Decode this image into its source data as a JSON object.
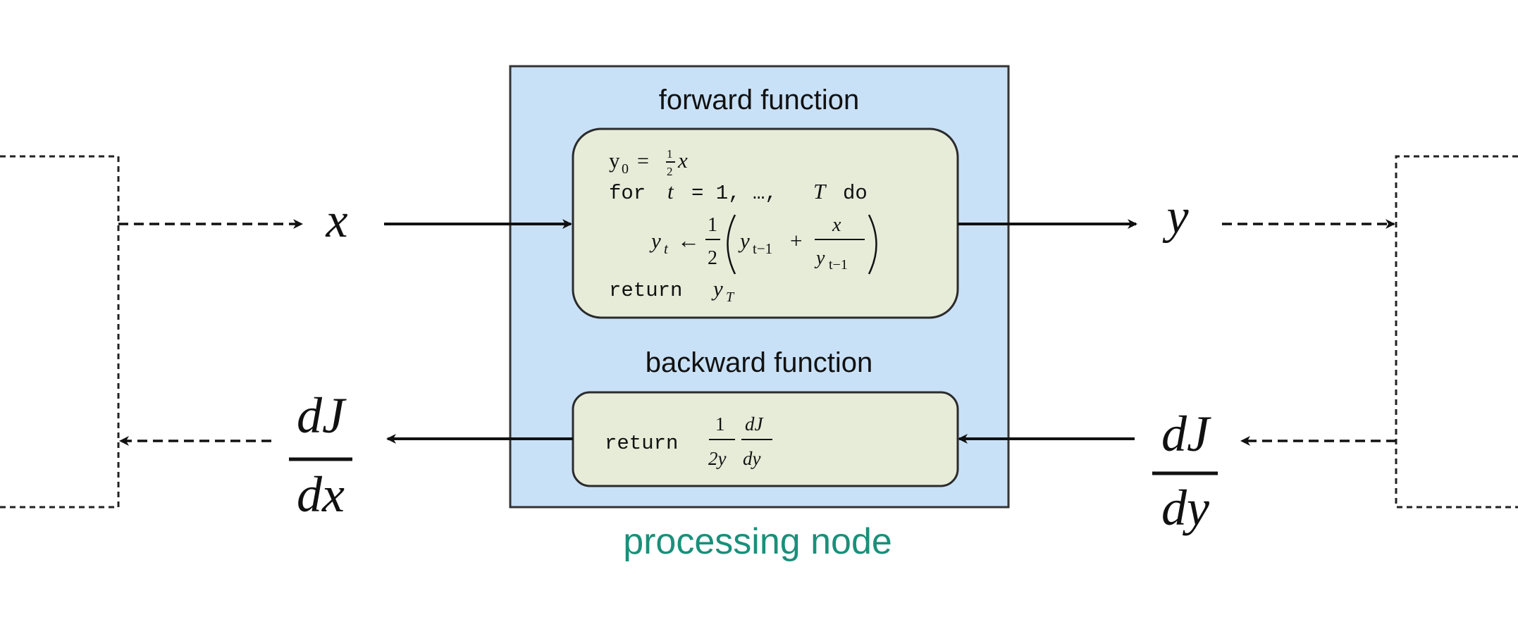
{
  "colors": {
    "node_fill": "#c9e1f7",
    "node_border": "#333333",
    "inner_fill": "#e6ecd8",
    "inner_border": "#2b2b2b",
    "caption": "#1a8f7a",
    "ink": "#111111"
  },
  "node": {
    "caption": "processing node",
    "forward_title": "forward function",
    "backward_title": "backward function"
  },
  "forward_code": {
    "line1_lhs": "y",
    "line1_sub": "0",
    "line1_eq": "=",
    "line1_num": "1",
    "line1_den": "2",
    "line1_var": "x",
    "line2_for": "for",
    "line2_var": "t",
    "line2_range": "= 1, …,",
    "line2_T": "T",
    "line2_do": "do",
    "line3_lhs": "y",
    "line3_lhs_sub": "t",
    "line3_arrow": "←",
    "line3_num": "1",
    "line3_den": "2",
    "line3_term": "y",
    "line3_term_sub": "t−1",
    "line3_plus": "+",
    "line3_frac_num": "x",
    "line3_frac_den": "y",
    "line3_frac_den_sub": "t−1",
    "line4_return": "return",
    "line4_var": "y",
    "line4_sub": "T"
  },
  "backward_code": {
    "return": "return",
    "num1": "1",
    "den1": "2y",
    "num2": "dJ",
    "den2": "dy"
  },
  "labels": {
    "x": "x",
    "y": "y",
    "dJdx_num": "dJ",
    "dJdx_den": "dx",
    "dJdy_num": "dJ",
    "dJdy_den": "dy"
  }
}
